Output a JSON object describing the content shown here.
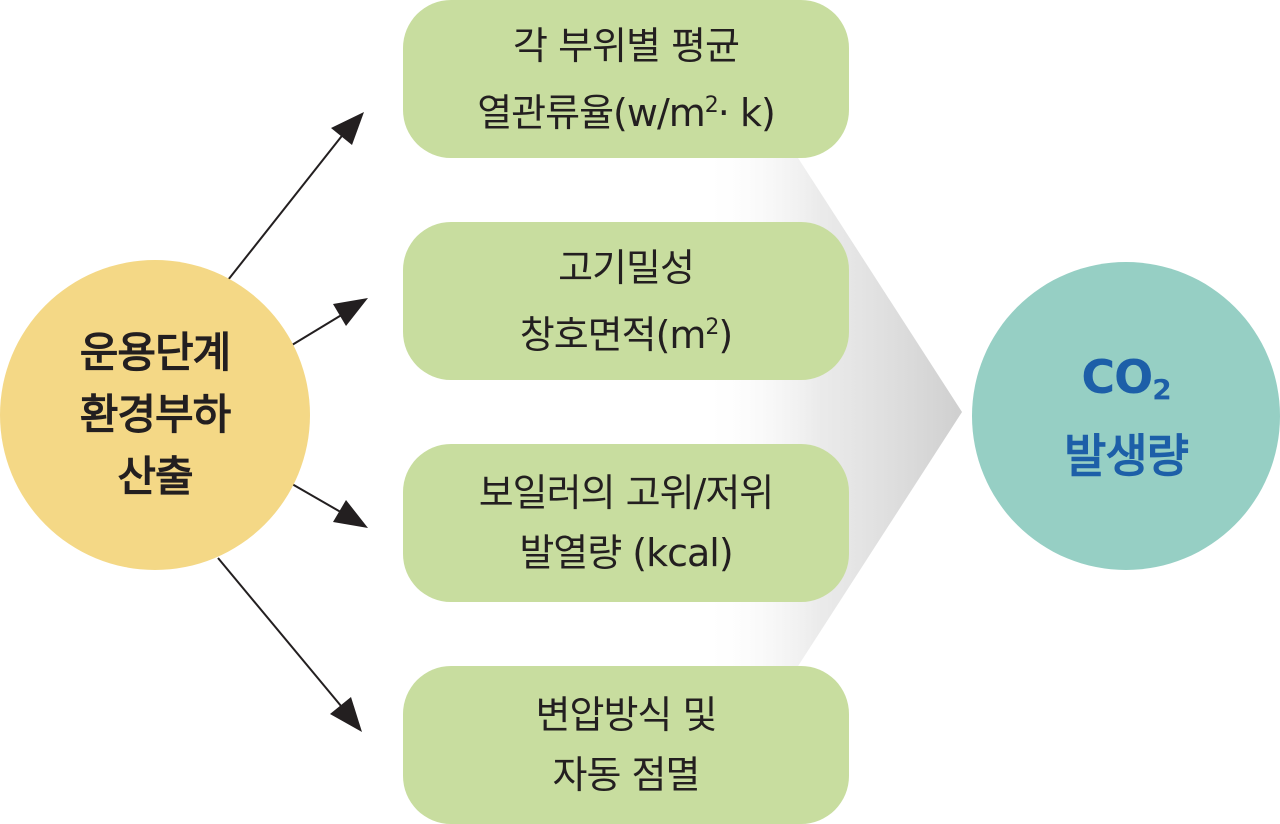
{
  "source": {
    "lines": [
      "운용단계",
      "환경부하",
      "산출"
    ],
    "color": "#f4d886"
  },
  "factors": [
    {
      "line1": "각 부위별 평균",
      "line2_main": "열관류율(w/m",
      "line2_sup": "2",
      "line2_end": "· k)"
    },
    {
      "line1": "고기밀성",
      "line2_main": "창호면적(m",
      "line2_sup": "2",
      "line2_end": ")"
    },
    {
      "line1": "보일러의 고위/저위",
      "line2_main": "발열량 (kcal)",
      "line2_sup": "",
      "line2_end": ""
    },
    {
      "line1": "변압방식 및",
      "line2_main": "자동 점멸",
      "line2_sup": "",
      "line2_end": ""
    }
  ],
  "result": {
    "line1_main": "CO",
    "line1_sub": "2",
    "line2": "발생량",
    "color": "#96cfc4",
    "text_color": "#1d5fa8"
  },
  "factor_box_color": "#c8dd9f"
}
